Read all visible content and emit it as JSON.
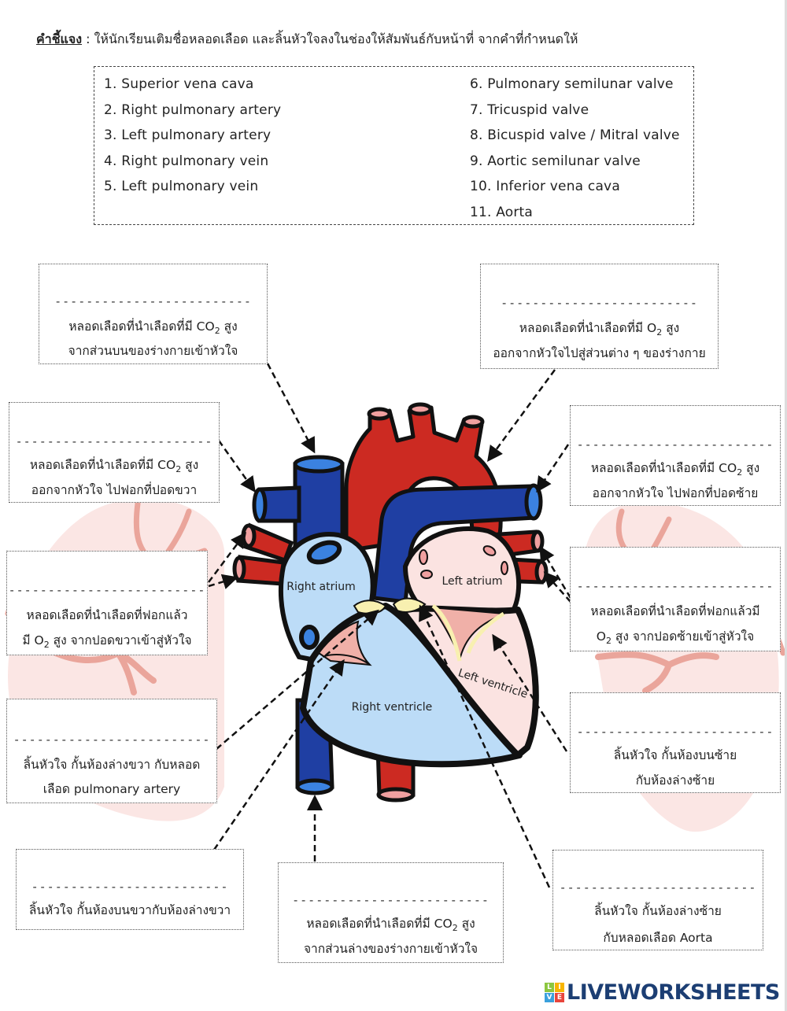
{
  "instruction": {
    "label": "คำชี้แจง",
    "separator": " : ",
    "text": "ให้นักเรียนเติมชื่อหลอดเลือด และลิ้นหัวใจลงในช่องให้สัมพันธ์กับหน้าที่ จากคำที่กำหนดให้"
  },
  "word_bank": {
    "left": [
      "1. Superior vena cava",
      "2. Right pulmonary artery",
      "3. Left pulmonary artery",
      "4. Right pulmonary vein",
      "5. Left pulmonary vein"
    ],
    "right": [
      "6. Pulmonary semilunar valve",
      "7. Tricuspid valve",
      "8. Bicuspid valve / Mitral valve",
      "9. Aortic semilunar valve",
      "10. Inferior vena cava",
      "11. Aorta"
    ]
  },
  "heart_labels": {
    "right_atrium": "Right atrium",
    "left_atrium": "Left atrium",
    "right_ventricle": "Right ventricle",
    "left_ventricle": "Left ventricle"
  },
  "answer_boxes": [
    {
      "id": "superior-vena-cava",
      "blank": "-------------------------",
      "line1_pre": "หลอดเลือดที่นำเลือดที่มี CO",
      "line1_sub": "2",
      "line1_post": " สูง",
      "line2": "จากส่วนบนของร่างกายเข้าหัวใจ",
      "answer": ""
    },
    {
      "id": "aorta",
      "blank": "-------------------------",
      "line1_pre": "หลอดเลือดที่นำเลือดที่มี O",
      "line1_sub": "2",
      "line1_post": " สูง",
      "line2": "ออกจากหัวใจไปสู่ส่วนต่าง ๆ ของร่างกาย",
      "answer": ""
    },
    {
      "id": "right-pulmonary-artery",
      "blank": "-------------------------",
      "line1_pre": "หลอดเลือดที่นำเลือดที่มี CO",
      "line1_sub": "2",
      "line1_post": " สูง",
      "line2": "ออกจากหัวใจ ไปฟอกที่ปอดขวา",
      "answer": ""
    },
    {
      "id": "left-pulmonary-artery",
      "blank": "-------------------------",
      "line1_pre": "หลอดเลือดที่นำเลือดที่มี CO",
      "line1_sub": "2",
      "line1_post": " สูง",
      "line2": "ออกจากหัวใจ ไปฟอกที่ปอดซ้าย",
      "answer": ""
    },
    {
      "id": "right-pulmonary-vein",
      "blank": "-------------------------",
      "line1_pre": "หลอดเลือดที่นำเลือดที่ฟอกแล้ว",
      "line1_sub": "",
      "line1_post": "",
      "line2_pre": "มี O",
      "line2_sub": "2",
      "line2_post": " สูง จากปอดขวาเข้าสู่หัวใจ",
      "answer": ""
    },
    {
      "id": "left-pulmonary-vein",
      "blank": "-------------------------",
      "line1_pre": "หลอดเลือดที่นำเลือดที่ฟอกแล้วมี",
      "line1_sub": "",
      "line1_post": "",
      "line2_pre": "O",
      "line2_sub": "2",
      "line2_post": " สูง จากปอดซ้ายเข้าสู่หัวใจ",
      "answer": ""
    },
    {
      "id": "pulmonary-semilunar-valve",
      "blank": "-------------------------",
      "line1_pre": "ลิ้นหัวใจ กั้นห้องล่างขวา กับหลอด",
      "line1_sub": "",
      "line1_post": "",
      "line2": "เลือด pulmonary artery",
      "answer": ""
    },
    {
      "id": "bicuspid-valve",
      "blank": "-------------------------",
      "line1_pre": "ลิ้นหัวใจ กั้นห้องบนซ้าย",
      "line1_sub": "",
      "line1_post": "",
      "line2": "กับห้องล่างซ้าย",
      "answer": ""
    },
    {
      "id": "tricuspid-valve",
      "blank": "-------------------------",
      "line1_pre": "ลิ้นหัวใจ กั้นห้องบนขวากับห้องล่างขวา",
      "line1_sub": "",
      "line1_post": "",
      "answer": ""
    },
    {
      "id": "inferior-vena-cava",
      "blank": "-------------------------",
      "line1_pre": "หลอดเลือดที่นำเลือดที่มี CO",
      "line1_sub": "2",
      "line1_post": " สูง",
      "line2": "จากส่วนล่างของร่างกายเข้าหัวใจ",
      "answer": ""
    },
    {
      "id": "aortic-semilunar-valve",
      "blank": "-------------------------",
      "line1_pre": "ลิ้นหัวใจ กั้นห้องล่างซ้าย",
      "line1_sub": "",
      "line1_post": "",
      "line2": "กับหลอดเลือด Aorta",
      "answer": ""
    }
  ],
  "logo": {
    "tiles": [
      "L",
      "I",
      "V",
      "E"
    ],
    "tile_colors": [
      "#8cc63f",
      "#f7b500",
      "#3aa0dc",
      "#e8453c"
    ],
    "text": "LIVEWORKSHEETS",
    "color": "#1c3e73"
  },
  "colors": {
    "vein_blue": "#1f3fa3",
    "vein_blue_light": "#3b82e0",
    "artery_red": "#cc2a22",
    "artery_pink": "#f0a0a0",
    "right_chamber": "#bcdcf7",
    "left_chamber": "#fbe3e1",
    "lung": "#fbe6e4",
    "lung_vessel": "#eaa59b",
    "valve_yellow": "#f8f0b0"
  }
}
